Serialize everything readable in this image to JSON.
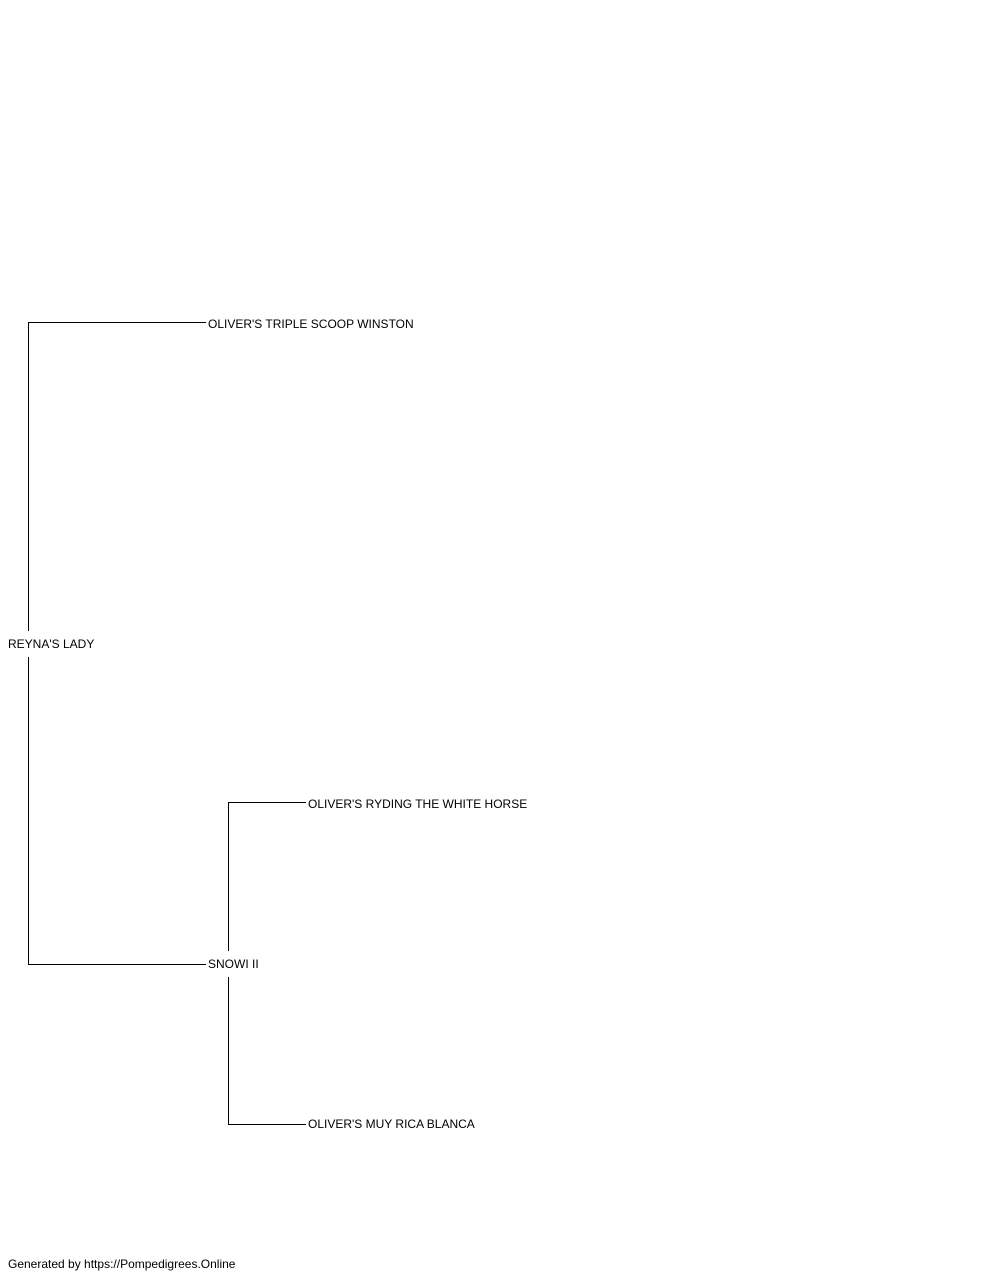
{
  "pedigree": {
    "subject": "REYNA'S LADY",
    "sire": "OLIVER'S TRIPLE SCOOP WINSTON",
    "dam": "SNOWI II",
    "dam_sire": "OLIVER'S RYDING THE WHITE HORSE",
    "dam_dam": "OLIVER'S MUY RICA BLANCA"
  },
  "footer": {
    "text": "Generated by https://Pompedigrees.Online"
  },
  "colors": {
    "line": "#000000",
    "background": "#ffffff"
  }
}
